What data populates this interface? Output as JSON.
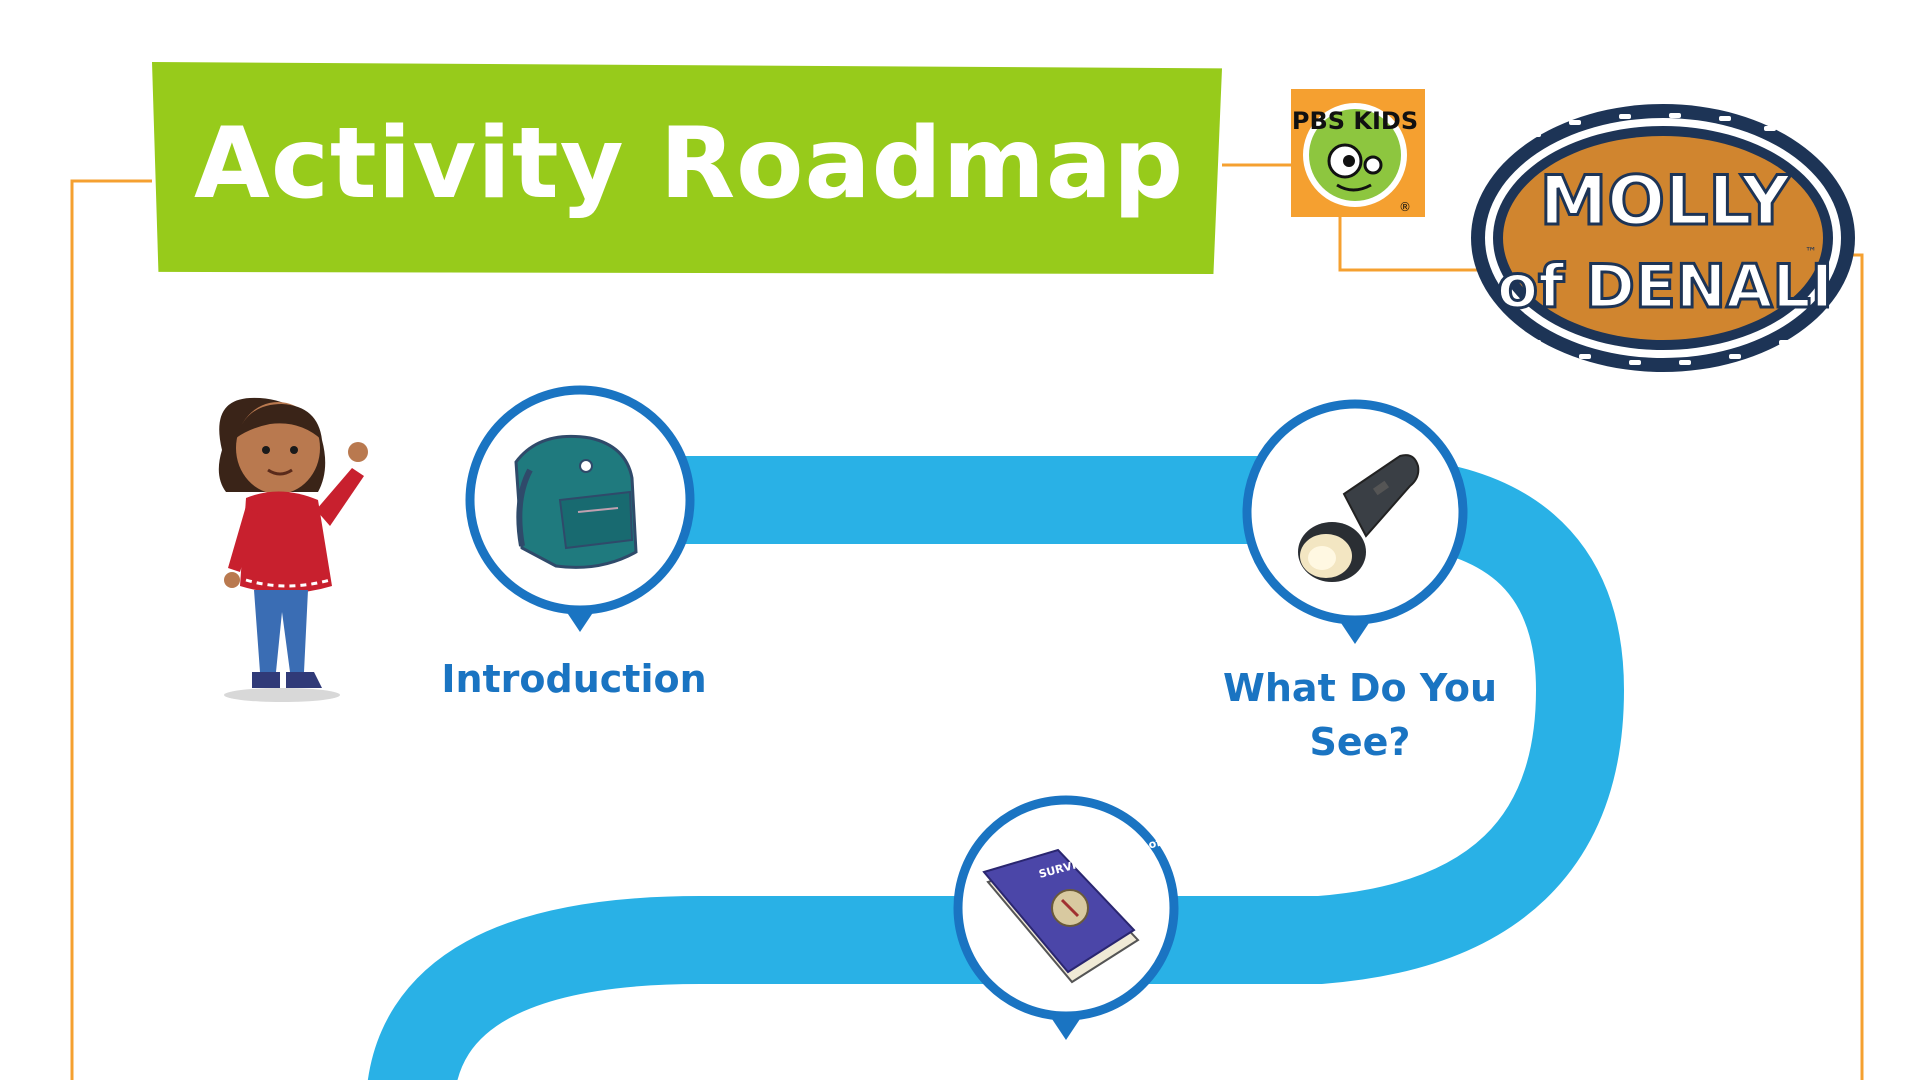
{
  "title": "Activity Roadmap",
  "brand": {
    "pbs_logo_text": "PBS KIDS",
    "show_logo_line1": "MOLLY",
    "show_logo_line2": "of DENALI",
    "show_logo_trademark": "™",
    "pbs_logo_registered": "®"
  },
  "stops": [
    {
      "label": "Introduction",
      "icon": "backpack-icon"
    },
    {
      "label": "What Do You See?",
      "icon": "flashlight-icon"
    },
    {
      "label": "",
      "icon": "survival-book-icon",
      "book_title": "SURVIVAL TRICKS of the NORTH"
    }
  ],
  "colors": {
    "banner_green": "#97cb1b",
    "road_blue": "#29b1e6",
    "pin_blue": "#1a74c2",
    "frame_orange": "#f5a030",
    "logo_oval_orange": "#d0852f",
    "logo_oval_navy": "#1d3456"
  },
  "character": {
    "name_icon": "molly-character"
  }
}
